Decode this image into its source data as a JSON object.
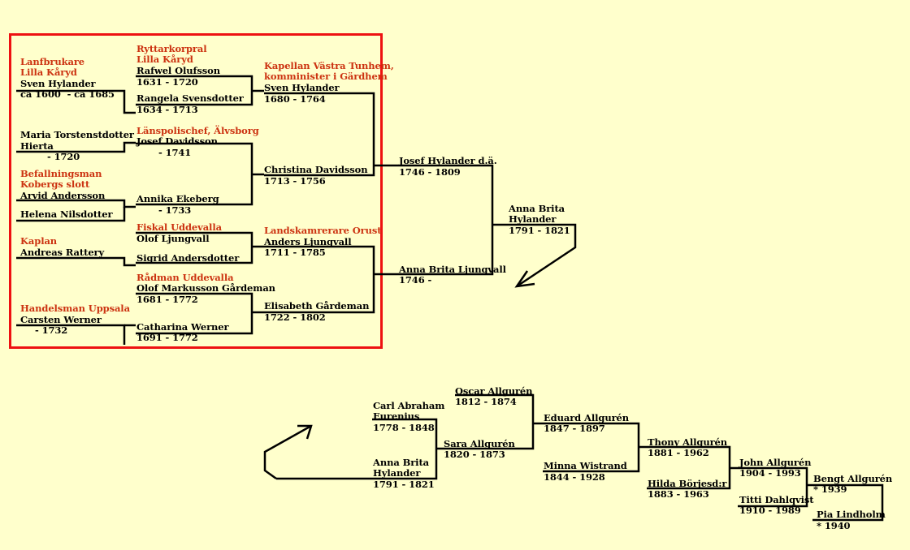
{
  "upper_tree": {
    "gen1": {
      "sven_sr": {
        "title": [
          "Lanfbrukare",
          "Lilla Kåryd"
        ],
        "name": "Sven Hylander",
        "dates": "ca 1600  - ca 1685"
      },
      "maria": {
        "name": [
          "Maria Torstenstdotter",
          "Hierta"
        ],
        "dates": "- 1720"
      },
      "arvid": {
        "title": [
          "Befallningsman",
          "Kobergs slott"
        ],
        "name": "Arvid Andersson"
      },
      "helena": {
        "name": "Helena Nilsdotter"
      },
      "andreas": {
        "title": "Kaplan",
        "name": "Andreas Rattery"
      },
      "carsten": {
        "title": "Handelsman Uppsala",
        "name": "Carsten Werner",
        "dates": "- 1732"
      }
    },
    "gen2": {
      "rafwel": {
        "title": [
          "Ryttarkorpral",
          "Lilla Kåryd"
        ],
        "name": "Rafwel Olufsson",
        "dates": "1631 - 1720"
      },
      "rangela": {
        "name": "Rangela Svensdotter",
        "dates": "1634 - 1713"
      },
      "josef_d": {
        "title": "Länspolischef, Älvsborg",
        "name": "Josef Davidsson",
        "dates": "- 1741"
      },
      "annika": {
        "name": "Annika Ekeberg",
        "dates": "- 1733"
      },
      "olof_l": {
        "title": "Fiskal Uddevalla",
        "name": "Olof Ljungvall"
      },
      "sigrid": {
        "name": "Sigrid Andersdotter"
      },
      "olof_m": {
        "title": "Rådman Uddevalla",
        "name": "Olof Markusson Gårdeman",
        "dates": "1681 - 1772"
      },
      "catharina": {
        "name": "Catharina Werner",
        "dates": "1691 - 1772"
      }
    },
    "gen3": {
      "sven_jr": {
        "title": [
          "Kapellan Västra Tunhem,",
          "komminister i Gärdhem"
        ],
        "name": "Sven Hylander",
        "dates": "1680 - 1764"
      },
      "christina": {
        "name": "Christina Davidsson",
        "dates": "1713 - 1756"
      },
      "anders": {
        "title": "Landskamrerare Orust",
        "name": "Anders Ljungvall",
        "dates": "1711 - 1785"
      },
      "elisabeth": {
        "name": "Elisabeth Gårdeman",
        "dates": "1722 - 1802"
      }
    },
    "gen4": {
      "josef_h": {
        "name": "Josef Hylander d.ä.",
        "dates": "1746 - 1809"
      },
      "anna_brita_l": {
        "name": "Anna Brita Ljungvall",
        "dates": "1746 -"
      }
    },
    "gen5": {
      "anna_brita_h": {
        "name": [
          "Anna Brita",
          "Hylander"
        ],
        "dates": "1791 - 1821"
      }
    }
  },
  "lower_tree": {
    "carl": {
      "name": [
        "Carl Abraham",
        "Eurenius"
      ],
      "dates": "1778 - 1848"
    },
    "anna_brita_h": {
      "name": [
        "Anna Brita",
        "Hylander"
      ],
      "dates": "1791 - 1821"
    },
    "oscar": {
      "name": "Oscar Allgurén",
      "dates": "1812 - 1874"
    },
    "sara": {
      "name": "Sara Allgurén",
      "dates": "1820 - 1873"
    },
    "eduard": {
      "name": "Eduard Allgurén",
      "dates": "1847 - 1897"
    },
    "minna": {
      "name": "Minna Wistrand",
      "dates": "1844 - 1928"
    },
    "thony": {
      "name": "Thony Allgurén",
      "dates": "1881 - 1962"
    },
    "hilda": {
      "name": "Hilda Börjesd:r",
      "dates": "1883 - 1963"
    },
    "john": {
      "name": "John Allgurén",
      "dates": "1904 - 1993"
    },
    "titti": {
      "name": "Titti Dahlqvist",
      "dates": "1910 - 1989"
    },
    "bengt": {
      "name": "Bengt Allgurén",
      "dates": "* 1939"
    },
    "pia": {
      "name": "Pia Lindholm",
      "dates": "* 1940"
    }
  },
  "colors": {
    "background": "#ffffcc",
    "title_text": "#cc3311",
    "frame": "#ee1111",
    "text": "#000000"
  }
}
